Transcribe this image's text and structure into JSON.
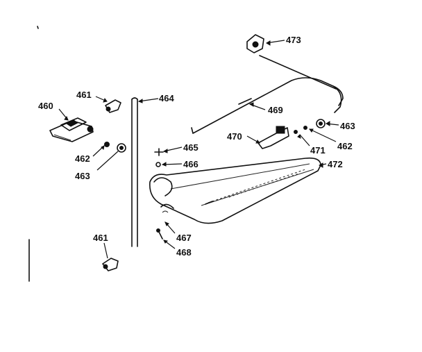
{
  "callouts": {
    "c460": "460",
    "c461_top": "461",
    "c462_left": "462",
    "c463_left": "463",
    "c464": "464",
    "c465": "465",
    "c466": "466",
    "c467": "467",
    "c468": "468",
    "c461_bottom": "461",
    "c469": "469",
    "c470": "470",
    "c471": "471",
    "c462_right": "462",
    "c463_right": "463",
    "c472": "472",
    "c473": "473"
  }
}
